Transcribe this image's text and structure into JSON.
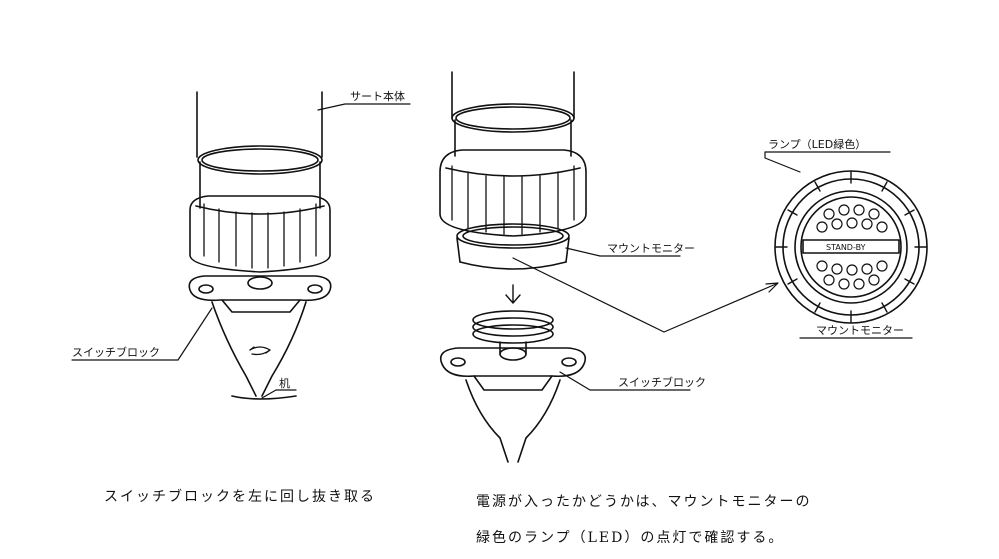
{
  "labels": {
    "sart_body": "サート本体",
    "switch_block_left": "スイッチブロック",
    "desk": "机",
    "lamp_led": "ランプ（LED緑色）",
    "mount_monitor_center": "マウントモニター",
    "switch_block_right": "スイッチブロック",
    "mount_monitor_right": "マウントモニター",
    "standby": "STAND-BY"
  },
  "captions": {
    "left": "スイッチブロックを左に回し抜き取る",
    "right_line1": "電源が入ったかどうかは、マウントモニターの",
    "right_line2": "緑色のランプ（LED）の点灯で確認する。"
  }
}
